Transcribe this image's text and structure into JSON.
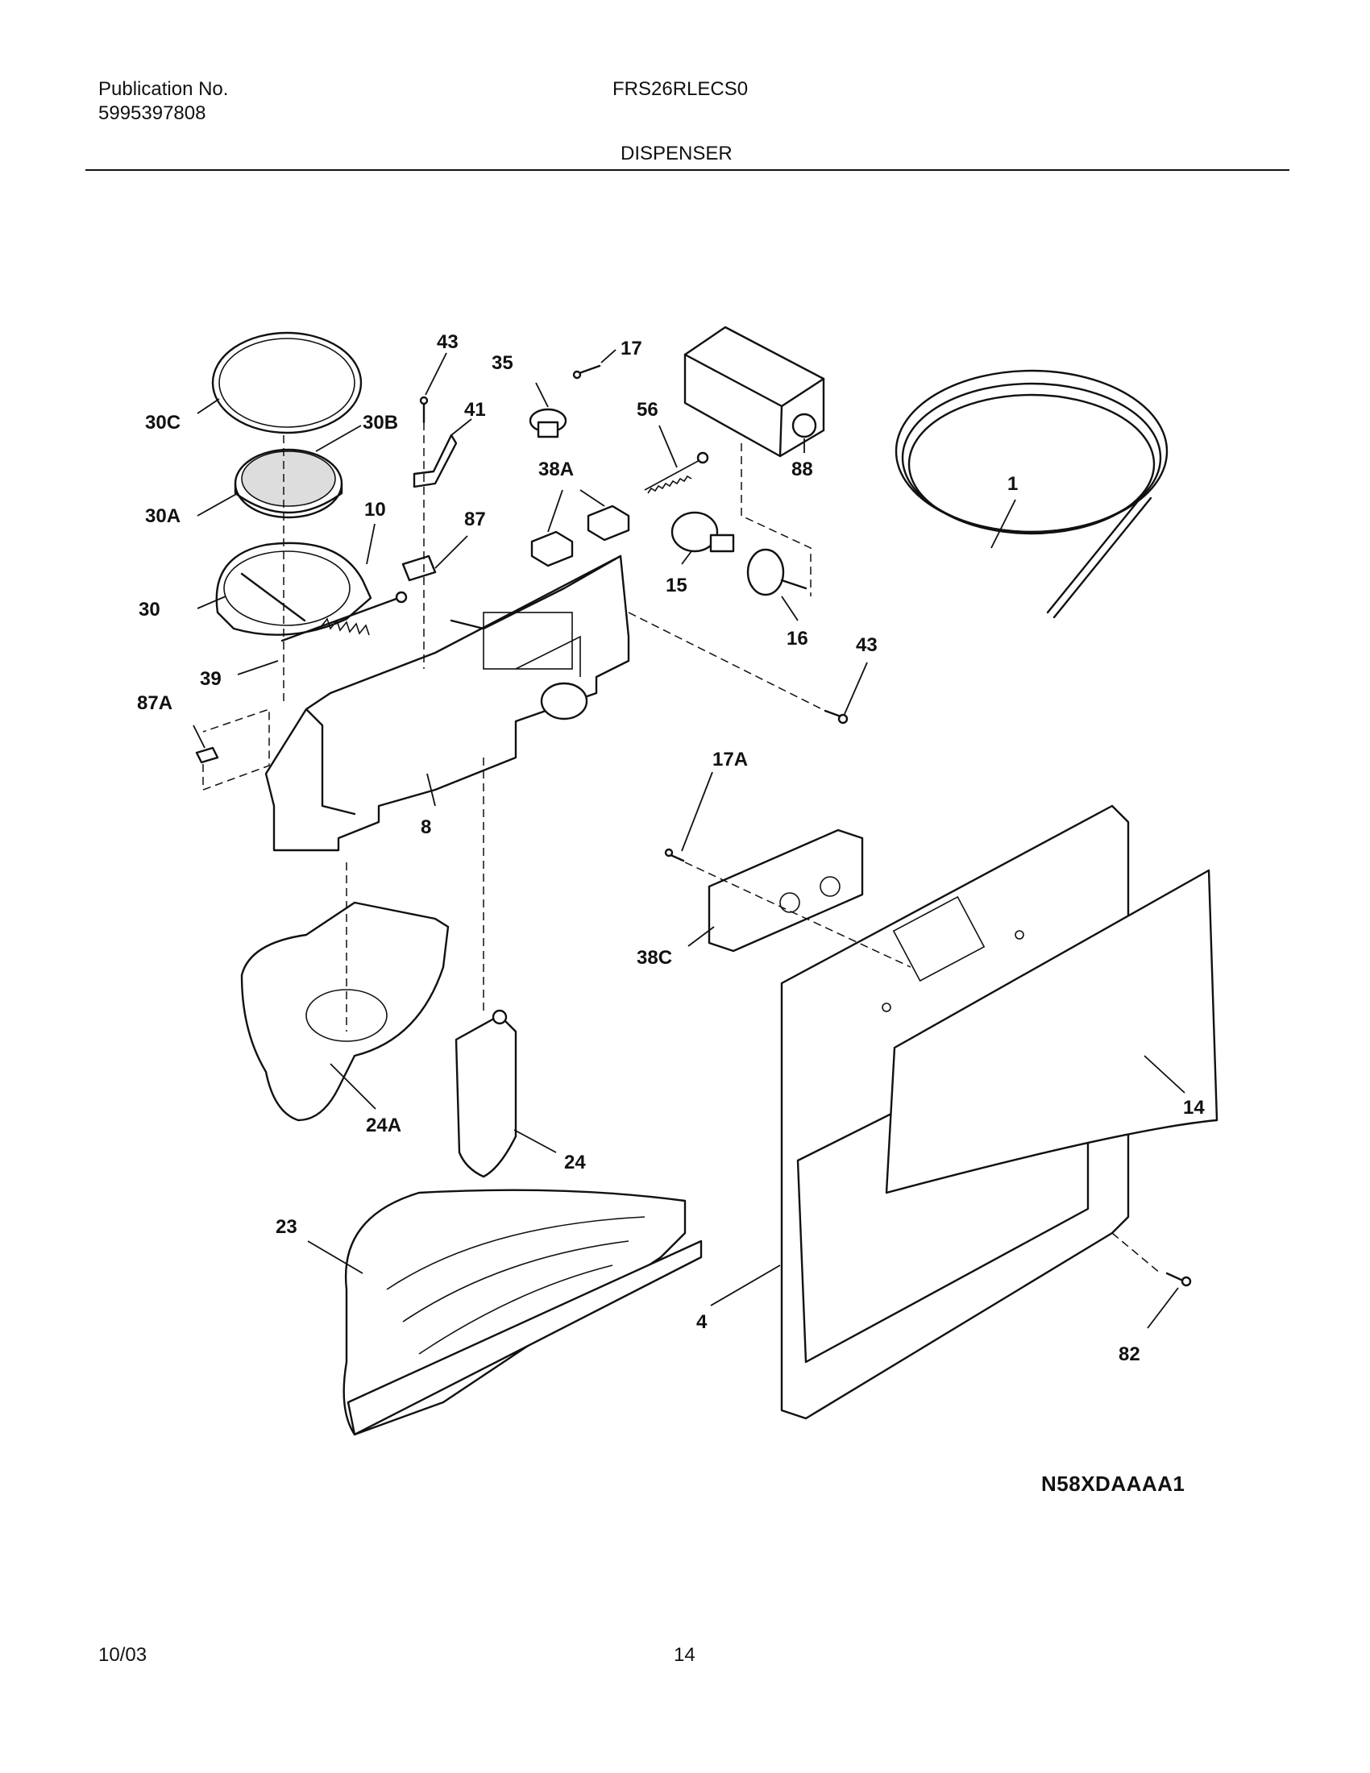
{
  "header": {
    "publication_label": "Publication No.",
    "publication_number": "5995397808",
    "model": "FRS26RLECS0",
    "section_title": "DISPENSER"
  },
  "diagram": {
    "code": "N58XDAAAA1",
    "callouts": {
      "c43a": "43",
      "c35": "35",
      "c17": "17",
      "c30c": "30C",
      "c30b": "30B",
      "c41": "41",
      "c56": "56",
      "c88": "88",
      "c38a": "38A",
      "c30a": "30A",
      "c10": "10",
      "c87": "87",
      "c1": "1",
      "c30": "30",
      "c15": "15",
      "c16": "16",
      "c43b": "43",
      "c39": "39",
      "c87a": "87A",
      "c8": "8",
      "c17a": "17A",
      "c38c": "38C",
      "c14": "14",
      "c24a": "24A",
      "c24": "24",
      "c23": "23",
      "c4": "4",
      "c82": "82"
    }
  },
  "footer": {
    "date": "10/03",
    "page_number": "14"
  }
}
